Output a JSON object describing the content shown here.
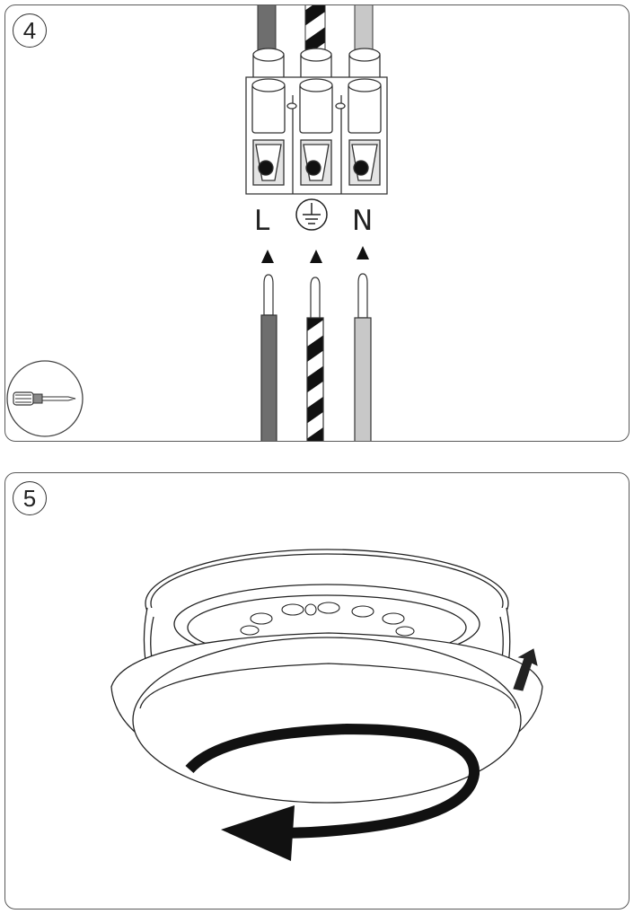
{
  "steps": [
    {
      "number": "4"
    },
    {
      "number": "5"
    }
  ],
  "terminals": {
    "live_label": "L",
    "neutral_label": "N"
  },
  "wire_colors": {
    "live": "#6e6e6e",
    "earth_stripe_dark": "#111111",
    "earth_stripe_light": "#ffffff",
    "neutral": "#c8c8c8"
  },
  "icons": {
    "tool": "screwdriver-icon",
    "earth": "earth-ground-icon",
    "rotation": "rotate-clockwise-arrow-icon"
  }
}
